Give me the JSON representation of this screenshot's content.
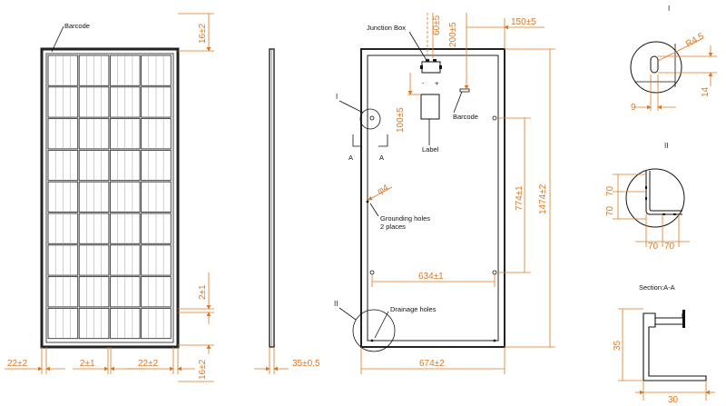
{
  "labels": {
    "barcode_front": "Barcode",
    "junction_box": "Junction Box",
    "barcode_back": "Barcode",
    "label": "Label",
    "grounding_holes": "Grounding holes",
    "grounding_places": "2 places",
    "drainage_holes": "Drainage holes",
    "section_title": "Section:A-A",
    "polarity_minus": "-",
    "polarity_plus": "+",
    "section_marker": "A",
    "detail_one": "I",
    "detail_two": "II"
  },
  "dimensions": {
    "front_top": "16±2",
    "front_mid": "2±1",
    "front_bottom": "16±2",
    "front_left_margin": "22±2",
    "front_gap": "2±1",
    "front_right_margin": "22±2",
    "side_thickness": "35±0.5",
    "jbox_offset": "60±5",
    "barcode_offset": "200±5",
    "barcode_side": "150±5",
    "label_offset": "100±5",
    "hole_dia": "φ4",
    "mount_span": "774±1",
    "panel_height": "1474±2",
    "mount_width": "634±1",
    "panel_width": "674±2",
    "slot_radius": "R4.5",
    "slot_width": "9",
    "slot_height": "14",
    "corner_v1": "70",
    "corner_v2": "70",
    "corner_h1": "70",
    "corner_h2": "70",
    "section_height": "35",
    "section_width": "30"
  }
}
